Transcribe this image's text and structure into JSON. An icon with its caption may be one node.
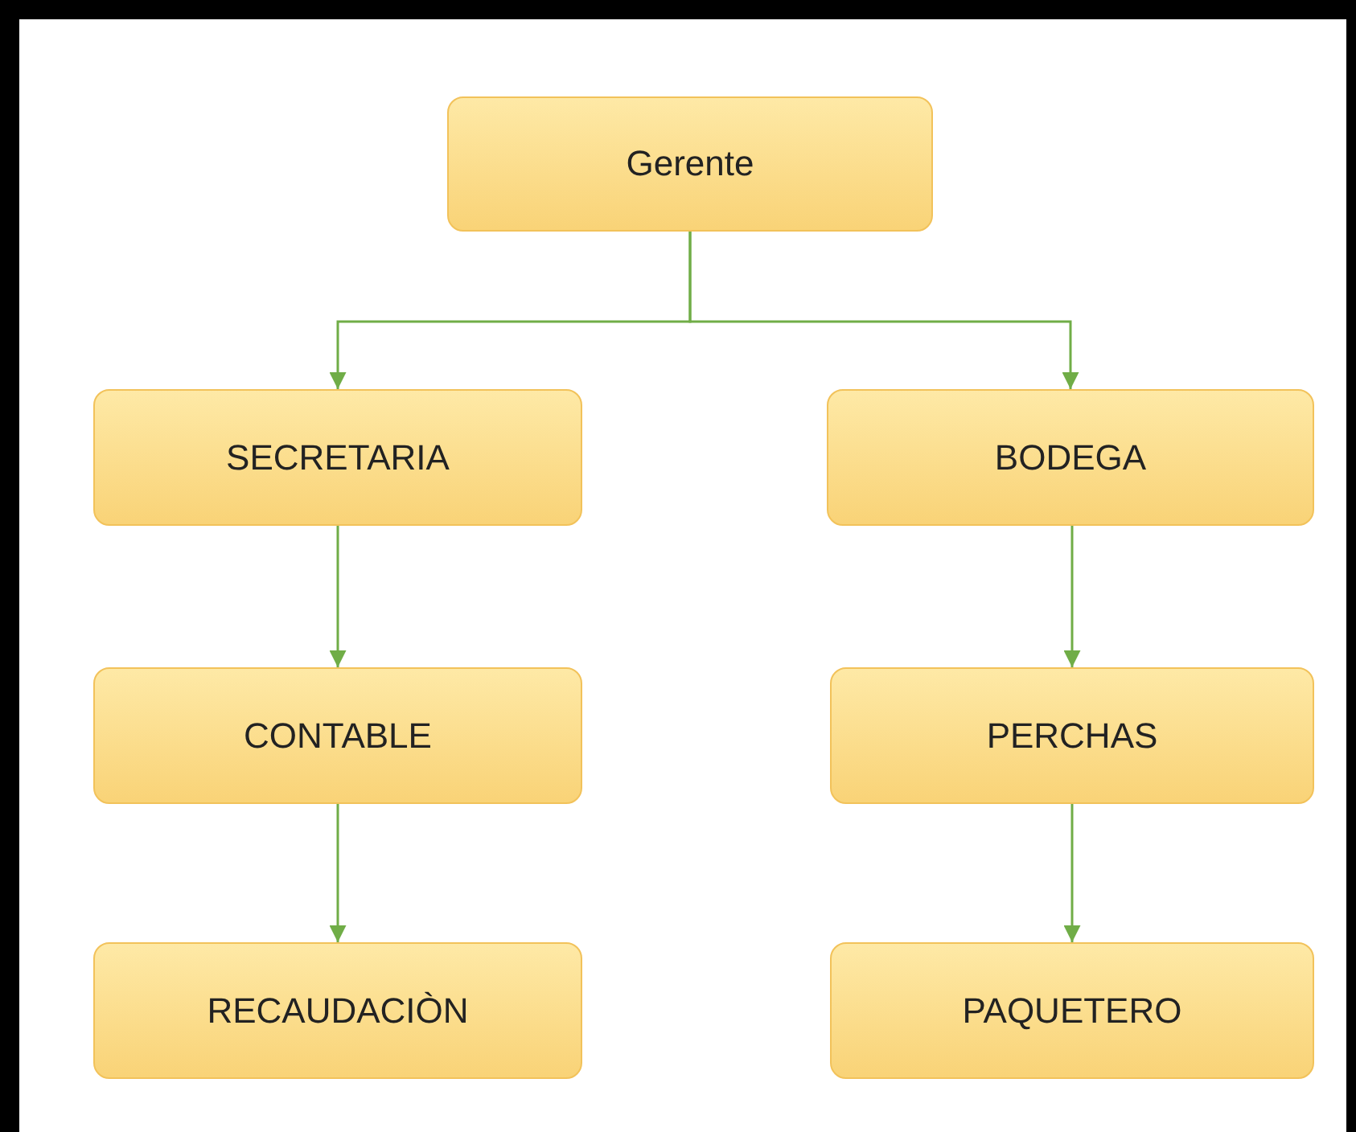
{
  "diagram": {
    "nodes": [
      {
        "text": [
          "Gerente"
        ]
      },
      {
        "text": [
          "SECRETARIA"
        ]
      },
      {
        "text": [
          "BODEGA"
        ]
      },
      {
        "text": [
          "CONTABLE"
        ]
      },
      {
        "text": [
          "PERCHAS"
        ]
      },
      {
        "text": [
          "RECAUDACIÒN"
        ]
      },
      {
        "text": [
          "PAQUETERO"
        ]
      }
    ],
    "edges": [
      {
        "from": 0,
        "to": 1,
        "arrow": "to"
      },
      {
        "from": 0,
        "to": 2,
        "arrow": "to"
      },
      {
        "from": 1,
        "to": 3,
        "arrow": "to"
      },
      {
        "from": 2,
        "to": 4,
        "arrow": "to"
      },
      {
        "from": 3,
        "to": 5,
        "arrow": "to"
      },
      {
        "from": 4,
        "to": 6,
        "arrow": "to"
      }
    ]
  }
}
